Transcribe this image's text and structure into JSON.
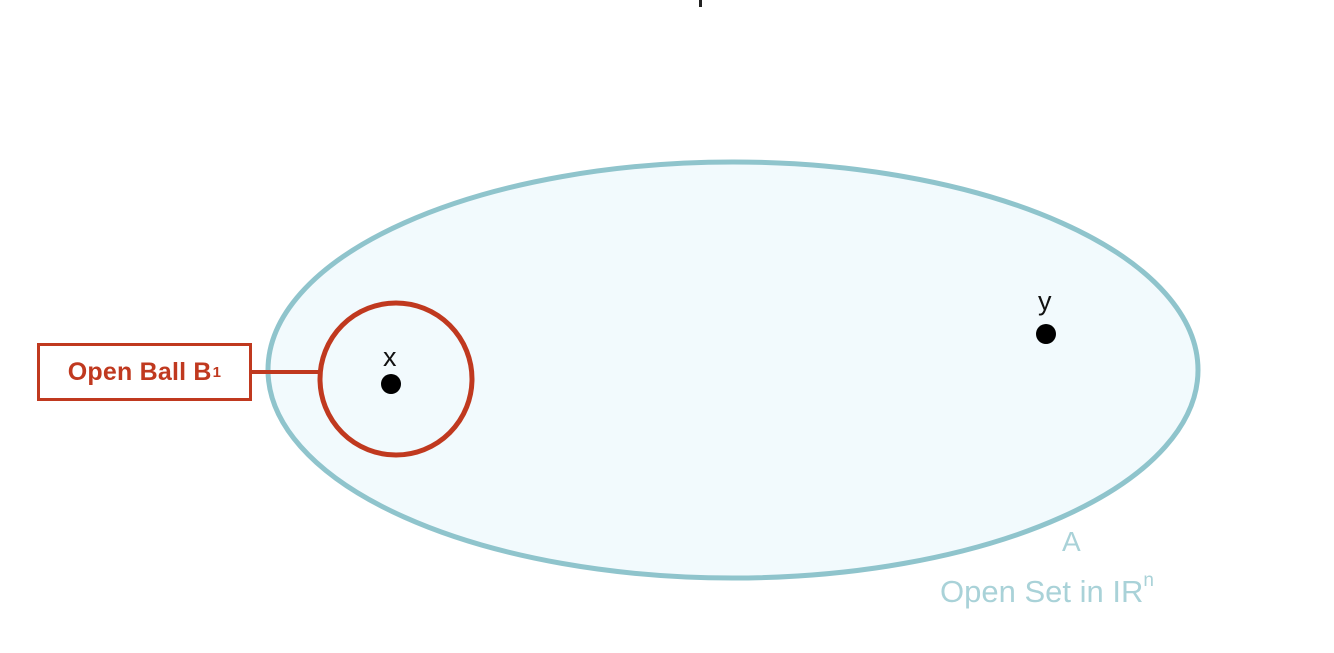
{
  "labels": {
    "ball_box_text": "Open Ball B",
    "ball_box_subscript": "1",
    "point_x": "x",
    "point_y": "y",
    "set_name": "A",
    "set_caption": "Open Set in IR",
    "set_caption_superscript": "n"
  },
  "colors": {
    "set_fill": "#f2fafd",
    "set_stroke": "#8fc4cc",
    "set_text": "#a9d2d8",
    "ball_stroke": "#c0391f",
    "point": "#000000"
  }
}
